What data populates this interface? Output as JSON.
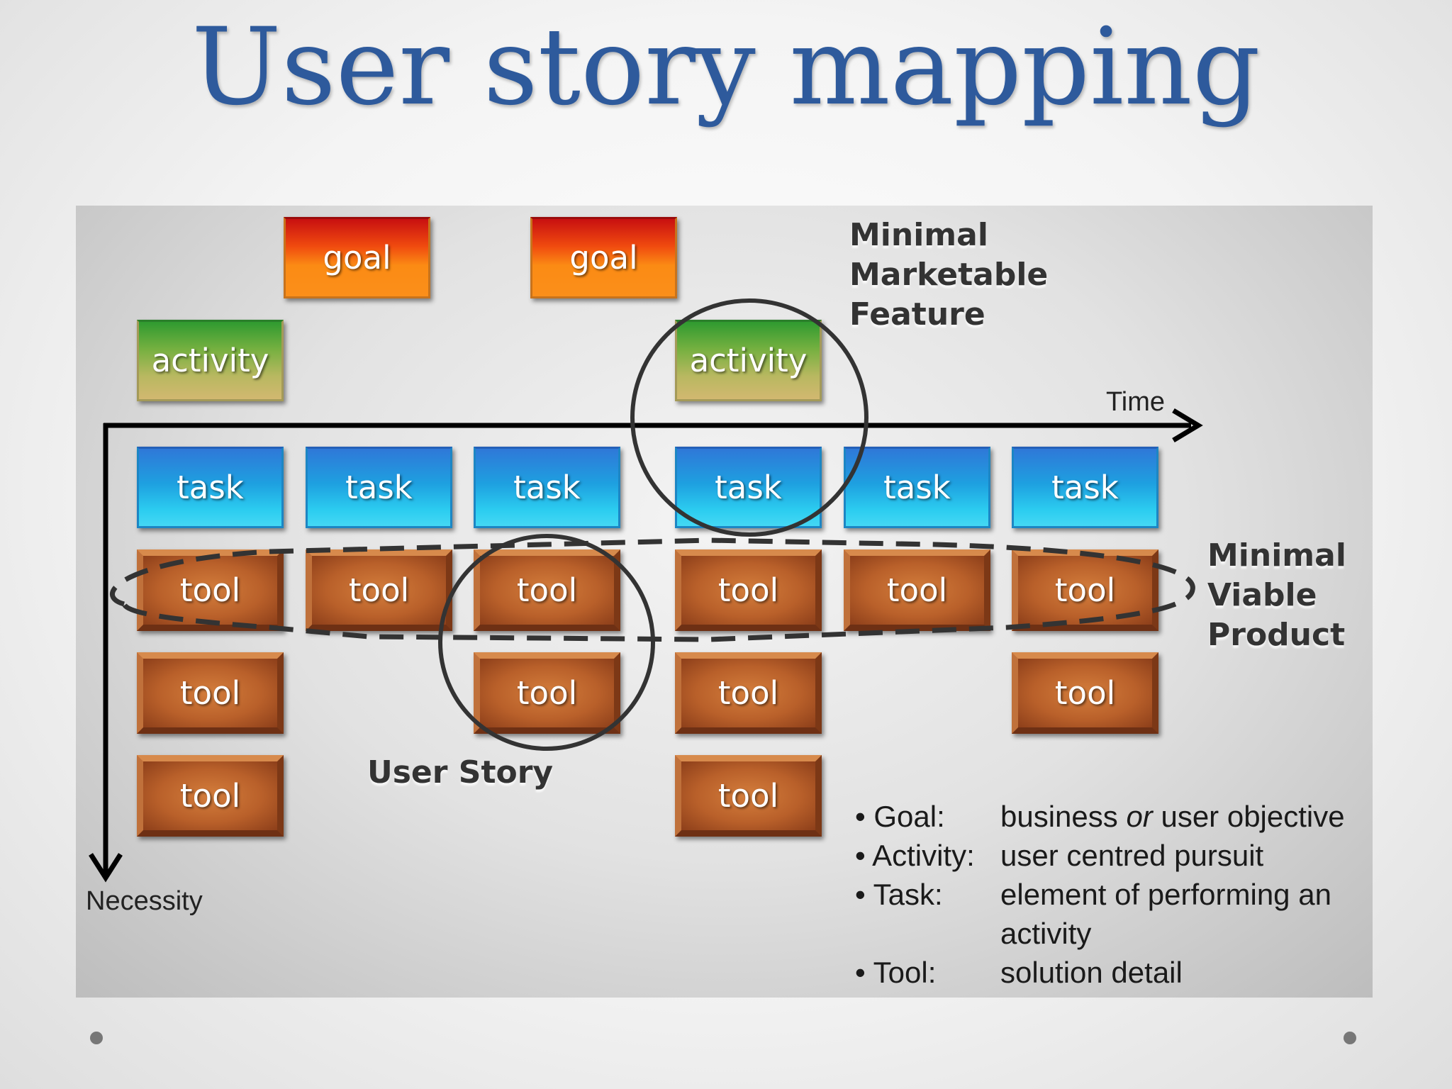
{
  "slide": {
    "title": "User story mapping"
  },
  "diagram": {
    "goals": [
      "goal",
      "goal"
    ],
    "activities": [
      "activity",
      "activity"
    ],
    "tasks": [
      "task",
      "task",
      "task",
      "task",
      "task",
      "task"
    ],
    "tools": [
      [
        "tool",
        "tool",
        "tool"
      ],
      [
        "tool"
      ],
      [
        "tool",
        "tool"
      ],
      [
        "tool",
        "tool",
        "tool"
      ],
      [
        "tool"
      ],
      [
        "tool",
        "tool"
      ]
    ],
    "axis_time_label": "Time",
    "axis_necessity_label": "Necessity",
    "mmf_label": [
      "Minimal",
      "Marketable",
      "Feature"
    ],
    "mvp_label": [
      "Minimal",
      "Viable",
      "Product"
    ],
    "user_story_label": "User Story"
  },
  "legend": {
    "items": [
      {
        "term": "Goal:",
        "definition_before": "business ",
        "definition_emphasis": "or",
        "definition_after": " user objective"
      },
      {
        "term": "Activity:",
        "definition": "user centred pursuit"
      },
      {
        "term": "Task:",
        "definition": "element of performing an activity"
      },
      {
        "term": "Tool:",
        "definition": "solution detail"
      }
    ],
    "bullet": "•"
  }
}
